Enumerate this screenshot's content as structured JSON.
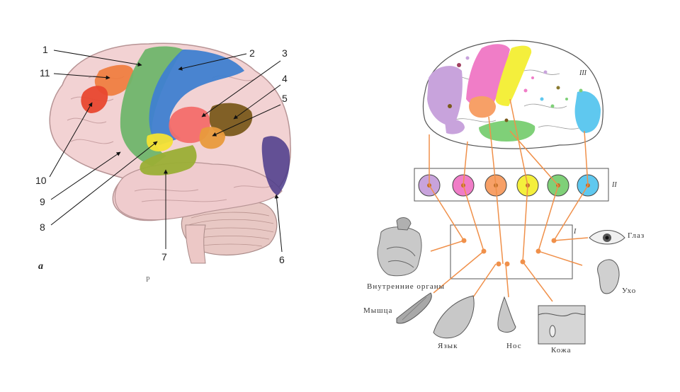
{
  "left_figure": {
    "panel_letter": "a",
    "caption_fragment": "Р",
    "callouts": [
      "1",
      "2",
      "3",
      "4",
      "5",
      "6",
      "7",
      "8",
      "9",
      "10",
      "11"
    ],
    "colors": {
      "frontal_red": "#e8472f",
      "orange": "#f07a3a",
      "green": "#6fb56b",
      "blue": "#3f7fd0",
      "pink": "#f36d6a",
      "brown": "#7a5a1c",
      "yellow": "#f4e233",
      "olive": "#9aae35",
      "violet": "#4a3a8a",
      "cortex": "#f2d2d3"
    }
  },
  "right_figure": {
    "level_labels": {
      "top": "III",
      "middle": "II",
      "bottom": "I"
    },
    "nodes": [
      {
        "name": "violet",
        "color": "#c8a3dc"
      },
      {
        "name": "pink",
        "color": "#f07dc7"
      },
      {
        "name": "orange",
        "color": "#f7a067"
      },
      {
        "name": "yellow",
        "color": "#f4ef3c"
      },
      {
        "name": "green",
        "color": "#7fd078"
      },
      {
        "name": "cyan",
        "color": "#5fc8ef"
      }
    ],
    "organs": {
      "internal": "Внутренние органы",
      "muscle": "Мышца",
      "tongue": "Язык",
      "nose": "Нос",
      "skin": "Кожа",
      "eye": "Глаз",
      "ear": "Ухо"
    },
    "line_color": "#f0904a"
  }
}
